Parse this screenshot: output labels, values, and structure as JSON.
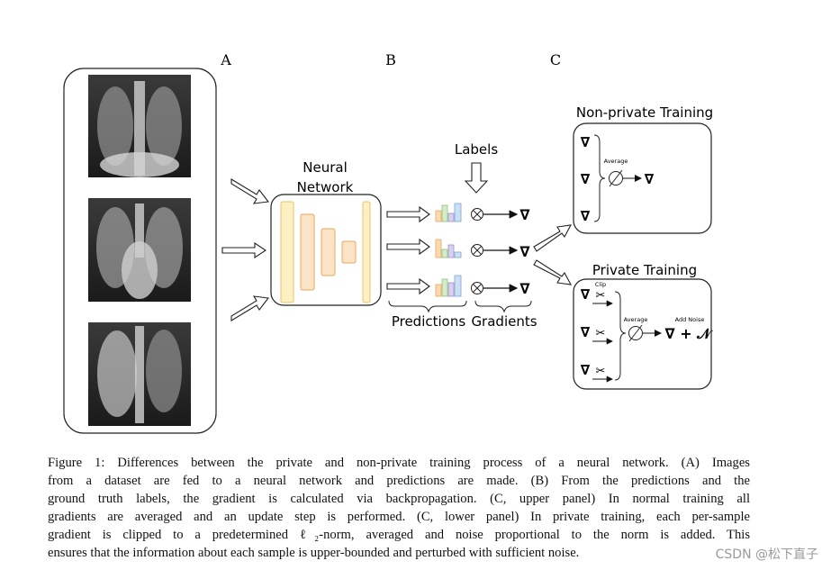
{
  "panels": {
    "a": "A",
    "b": "B",
    "c": "C"
  },
  "network": {
    "line1": "Neural",
    "line2": "Network"
  },
  "labels_text": "Labels",
  "predictions_text": "Predictions",
  "gradients_text": "Gradients",
  "nonprivate": {
    "title": "Non-private Training",
    "average": "Average",
    "grad": "∇"
  },
  "private": {
    "title": "Private Training",
    "clip": "Clip",
    "average": "Average",
    "add_noise": "Add Noise",
    "grad": "∇",
    "noise_formula": "∇ + 𝒩"
  },
  "caption": {
    "line1": "Figure 1: Differences between the private and non-private training process of a neural network. (A) Images",
    "line2": "from a dataset are fed to a neural network and predictions are made. (B) From the predictions and the",
    "line3": "ground truth labels, the gradient is calculated via backpropagation. (C, upper panel) In normal training all",
    "line4": "gradients are averaged and an update step is performed. (C, lower panel) In private training, each per-sample",
    "line5": "gradient is clipped to a predetermined ℓ₂-norm, averaged and noise proportional to the norm is added. This",
    "line6": "ensures that the information about each sample is upper-bounded and perturbed with sufficient noise."
  },
  "watermark": "CSDN @松下直子",
  "colors": {
    "layer_yellow": "#fdf0c4",
    "layer_orange": "#fbe3c8",
    "bar_orange": "#fbd9b0",
    "bar_green": "#d6ebc8",
    "bar_purple": "#d9d0ec",
    "bar_blue": "#cddff3"
  }
}
